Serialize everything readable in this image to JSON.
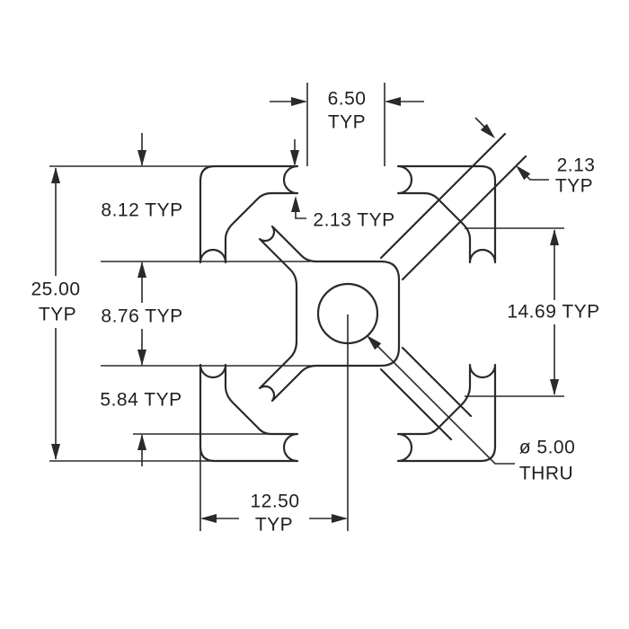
{
  "drawing": {
    "background": "#ffffff",
    "line_color": "#2a2a2a",
    "text_color": "#1f1f1f",
    "description": "T-slot extrusion profile cross-section drawing",
    "labels": {
      "slot_width_value": "6.50",
      "slot_width_typ": "TYP",
      "lip_thickness": "2.13 TYP",
      "web_thickness_value": "2.13",
      "web_thickness_typ": "TYP",
      "slot_depth": "8.12 TYP",
      "overall_size_value": "25.00",
      "overall_size_typ": "TYP",
      "core_span": "8.76 TYP",
      "flange_span": "14.69 TYP",
      "lower_offset": "5.84 TYP",
      "center_offset_value": "12.50",
      "center_offset_typ": "TYP",
      "hole_diameter": "ø 5.00",
      "hole_thru": "THRU"
    }
  }
}
